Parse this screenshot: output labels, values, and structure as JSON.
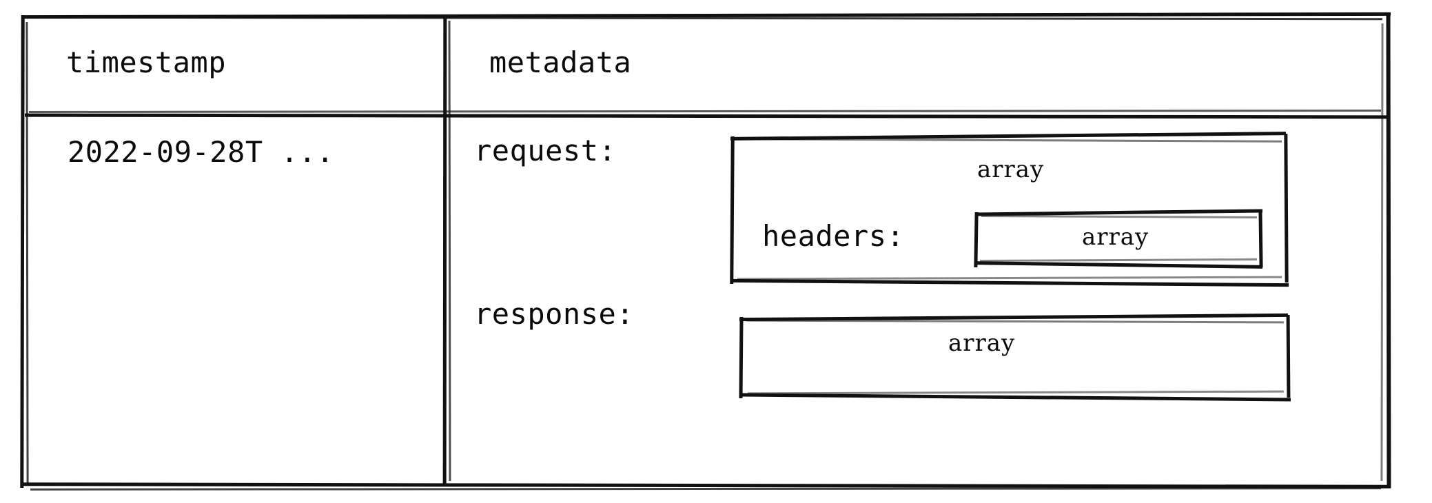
{
  "table": {
    "columns": [
      {
        "key": "timestamp",
        "label": "timestamp"
      },
      {
        "key": "metadata",
        "label": "metadata"
      }
    ],
    "rows": [
      {
        "timestamp": "2022-09-28T ...",
        "metadata": {
          "fields": [
            {
              "key_label": "request:",
              "type_label": "array",
              "children": [
                {
                  "key_label": "headers:",
                  "type_label": "array"
                }
              ]
            },
            {
              "key_label": "response:",
              "type_label": "array",
              "children": []
            }
          ]
        }
      }
    ]
  },
  "style": {
    "stroke_color": "#111111",
    "background_color": "#ffffff",
    "text_color": "#0b0b0b"
  }
}
